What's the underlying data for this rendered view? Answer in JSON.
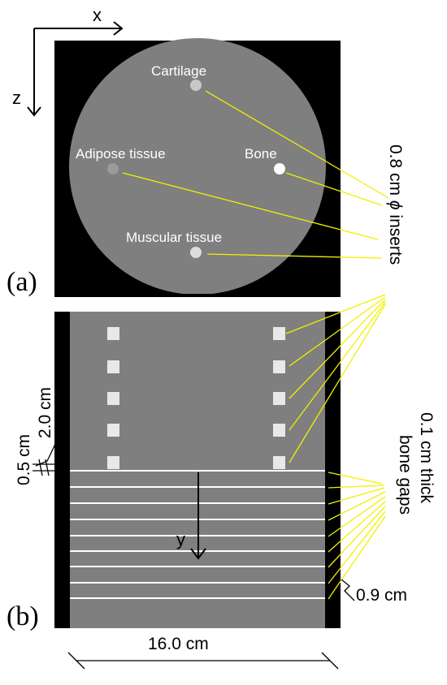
{
  "axes": {
    "x": "x",
    "z": "z",
    "y": "y"
  },
  "panel_a": {
    "label": "(a)",
    "inserts": [
      {
        "name": "Cartilage"
      },
      {
        "name": "Adipose tissue"
      },
      {
        "name": "Bone"
      },
      {
        "name": "Muscular tissue"
      }
    ]
  },
  "panel_b": {
    "label": "(b)"
  },
  "annotations": {
    "insert_size": "0.8 cm",
    "phi": "ϕ",
    "inserts_word": "inserts",
    "gap_line1": "0.1 cm thick",
    "gap_line2": "bone gaps",
    "dim_2cm": "2.0 cm",
    "dim_05cm": "0.5 cm",
    "dim_09cm": "0.9 cm",
    "dim_16cm": "16.0 cm"
  },
  "colors": {
    "phantom_background": "#000000",
    "soft_tissue": "#7f7f7f",
    "insert_light": "#e8e8e8",
    "bone": "#ffffff",
    "adipose": "#9a9a9a",
    "leader_lines": "#f2ef00"
  }
}
